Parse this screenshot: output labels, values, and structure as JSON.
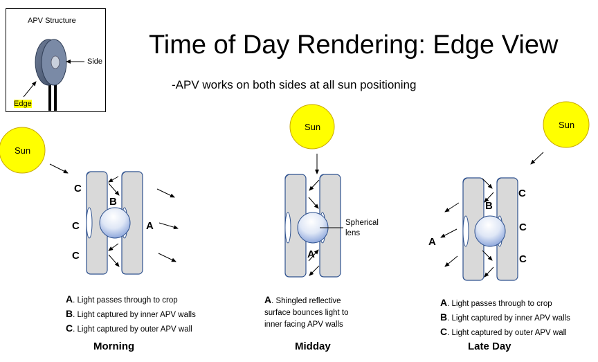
{
  "inset": {
    "title": "APV Structure",
    "side_label": "Side",
    "edge_label": "Edge"
  },
  "title": "Time of Day Rendering: Edge View",
  "subtitle": "-APV works on both sides at all sun positioning",
  "sun_label": "Sun",
  "morning": {
    "labels": {
      "c_top": "C",
      "b": "B",
      "c_mid": "C",
      "a": "A",
      "c_bot": "C"
    },
    "legend": [
      {
        "key": "A",
        "text": ". Light passes through to crop"
      },
      {
        "key": "B",
        "text": ". Light captured by inner APV walls"
      },
      {
        "key": "C",
        "text": ". Light captured by outer APV wall"
      }
    ],
    "phase": "Morning"
  },
  "midday": {
    "labels": {
      "a": "A"
    },
    "lens_label": [
      "Spherical",
      "lens"
    ],
    "legend_key": "A",
    "legend_text": [
      ". Shingled reflective",
      "surface bounces light to",
      "inner facing APV walls"
    ],
    "phase": "Midday"
  },
  "lateday": {
    "labels": {
      "b": "B",
      "a": "A",
      "c_top": "C",
      "c_mid": "C",
      "c_bot": "C"
    },
    "legend": [
      {
        "key": "A",
        "text": ". Light passes through to crop"
      },
      {
        "key": "B",
        "text": ". Light captured by inner APV walls"
      },
      {
        "key": "C",
        "text": ". Light captured by outer APV wall"
      }
    ],
    "phase": "Late Day"
  },
  "colors": {
    "sun_fill": "#ffff00",
    "sun_stroke": "#c8a800",
    "panel_fill": "#d9d9d9",
    "panel_stroke": "#2f528f",
    "lens_light": "#ffffff",
    "lens_dark": "#8fa8dc",
    "highlight": "#ffff00"
  }
}
